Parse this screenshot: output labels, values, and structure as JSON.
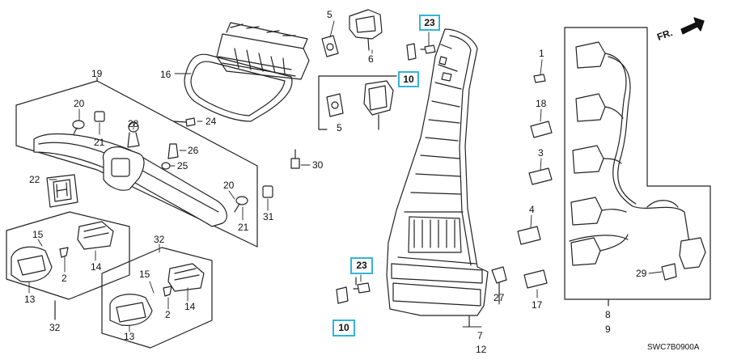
{
  "diagram": {
    "code": "SWC7B0900A",
    "direction_label": "FR.",
    "callouts": {
      "c1": "1",
      "c2a": "2",
      "c2b": "2",
      "c3": "3",
      "c4": "4",
      "c5a": "5",
      "c5b": "5",
      "c6": "6",
      "c7": "7",
      "c8": "8",
      "c9": "9",
      "c12": "12",
      "c13a": "13",
      "c13b": "13",
      "c14a": "14",
      "c14b": "14",
      "c15a": "15",
      "c15b": "15",
      "c16": "16",
      "c17": "17",
      "c18": "18",
      "c19": "19",
      "c20a": "20",
      "c20b": "20",
      "c21a": "21",
      "c21b": "21",
      "c22": "22",
      "c24": "24",
      "c25": "25",
      "c26": "26",
      "c27": "27",
      "c28": "28",
      "c29": "29",
      "c30": "30",
      "c31": "31",
      "c32a": "32",
      "c32b": "32"
    },
    "highlighted": {
      "h23a": "23",
      "h10a": "10",
      "h23b": "23",
      "h10b": "10"
    }
  }
}
